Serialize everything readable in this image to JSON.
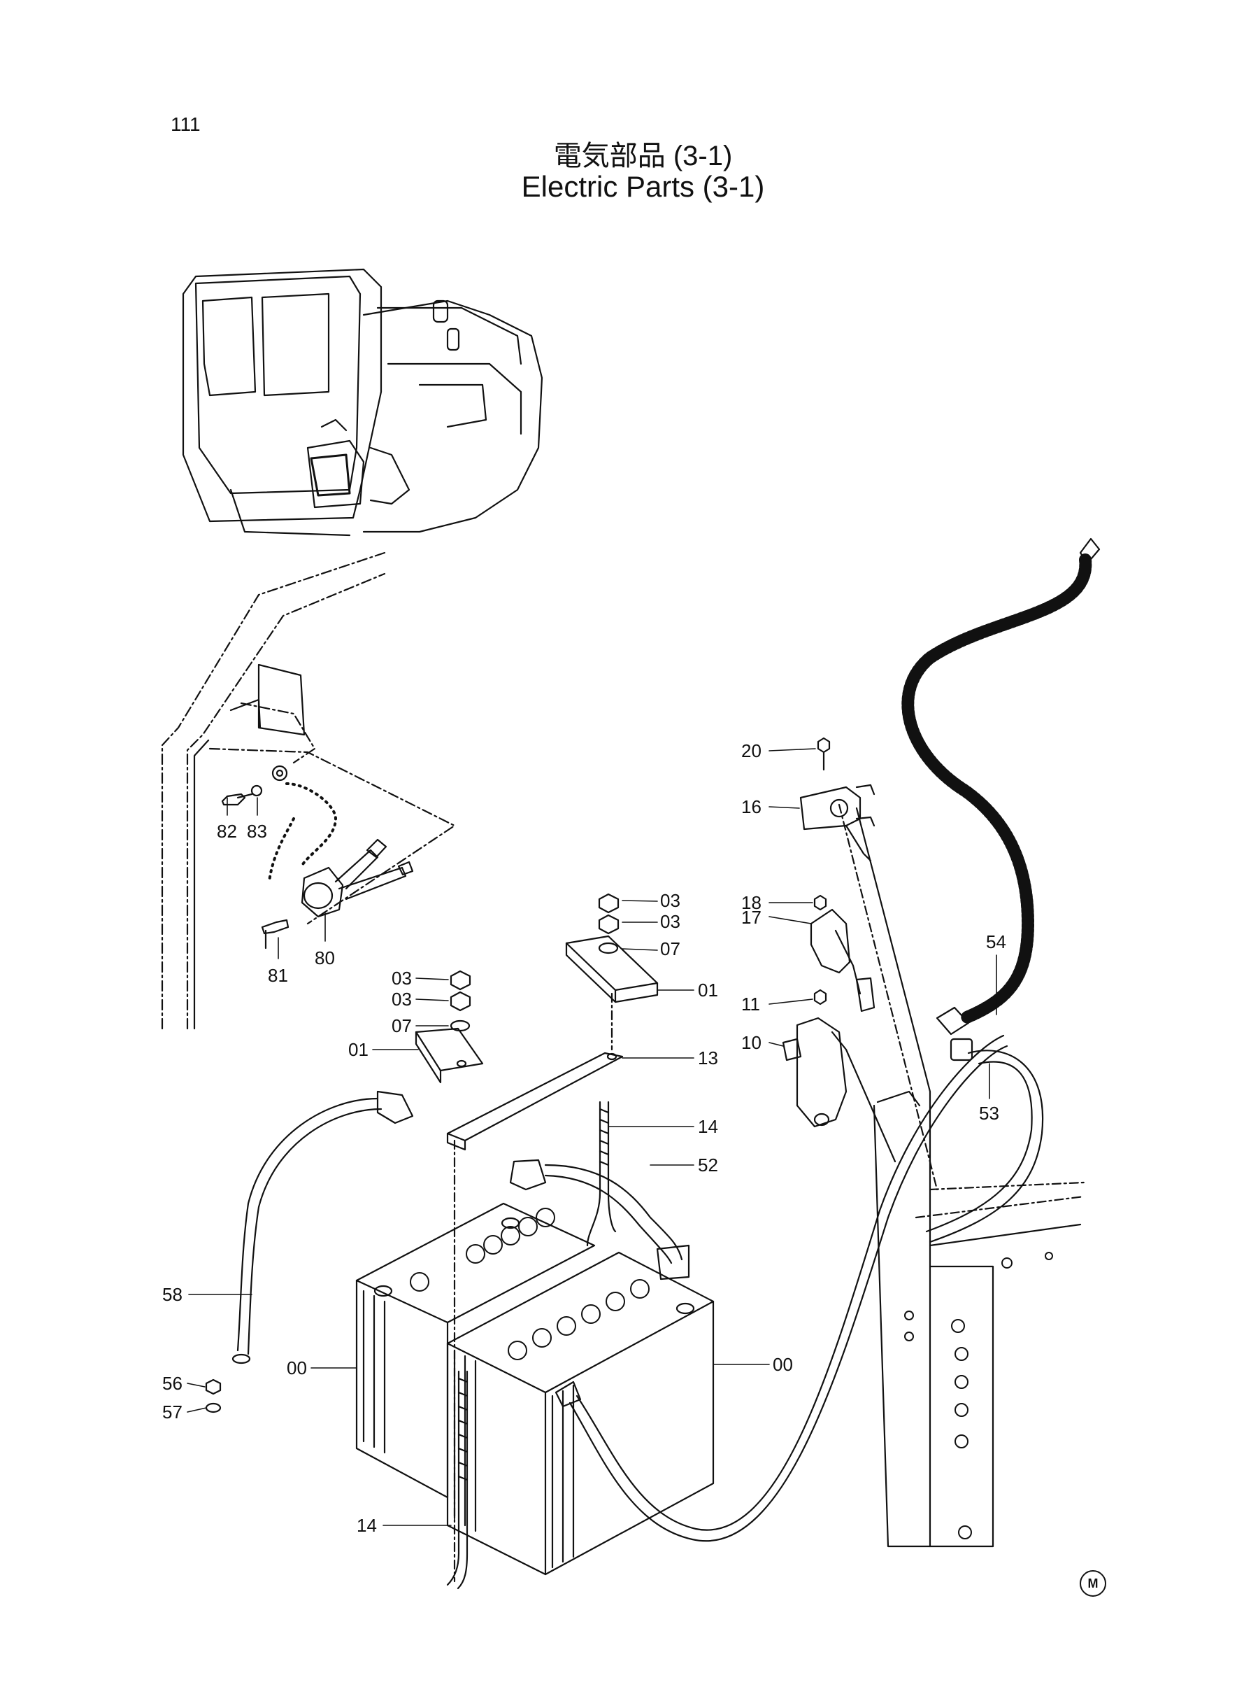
{
  "page_number": "111",
  "title_jp": "電気部品 (3-1)",
  "title_en": "Electric Parts (3-1)",
  "callouts": [
    "111",
    "20",
    "16",
    "18",
    "17",
    "11",
    "10",
    "54",
    "53",
    "82",
    "83",
    "80",
    "81",
    "03",
    "03",
    "07",
    "01",
    "03",
    "03",
    "07",
    "01",
    "13",
    "14",
    "52",
    "58",
    "00",
    "00",
    "56",
    "57",
    "14"
  ],
  "footer_mark": "M"
}
